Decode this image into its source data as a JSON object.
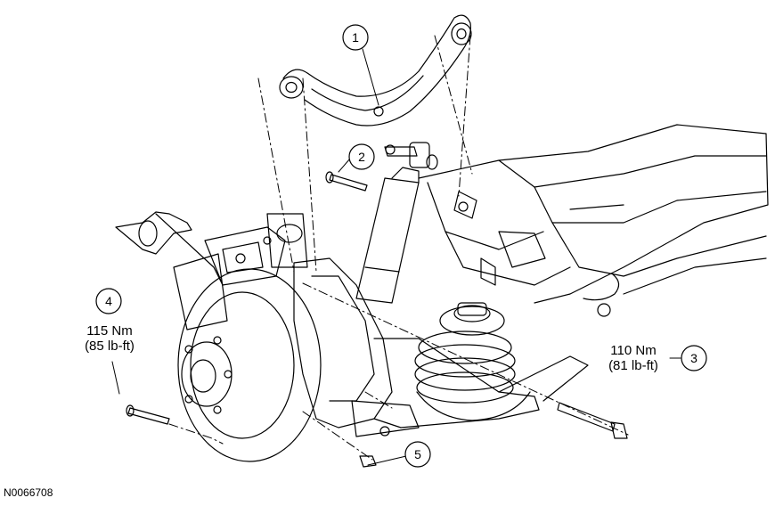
{
  "callouts": [
    {
      "id": "1",
      "label": "1"
    },
    {
      "id": "2",
      "label": "2"
    },
    {
      "id": "3",
      "label": "3"
    },
    {
      "id": "4",
      "label": "4"
    },
    {
      "id": "5",
      "label": "5"
    }
  ],
  "torque": {
    "item4": {
      "nm": "115 Nm",
      "lbft": "(85 lb-ft)"
    },
    "item3": {
      "nm": "110 Nm",
      "lbft": "(81 lb-ft)"
    }
  },
  "figure_id": "N0066708"
}
